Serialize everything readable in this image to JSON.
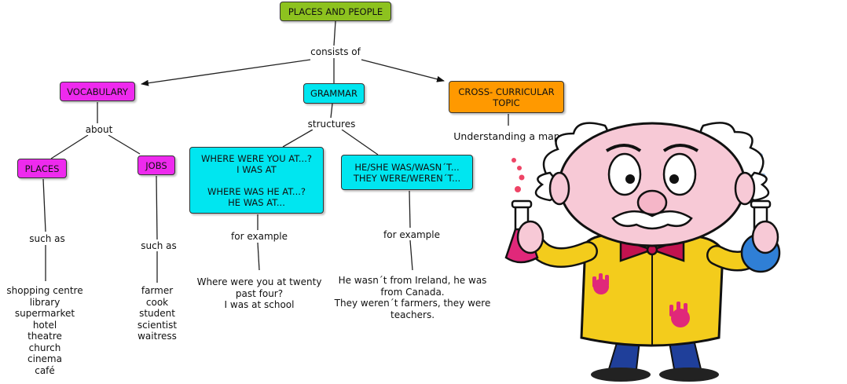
{
  "colors": {
    "root": "#8dc21f",
    "vocabulary": "#ee2aee",
    "grammar": "#00e6f0",
    "cross": "#ff9900",
    "line": "#222222"
  },
  "nodes": {
    "root": "PLACES AND PEOPLE",
    "vocabulary": "VOCABULARY",
    "grammar": "GRAMMAR",
    "cross": "CROSS- CURRICULAR\nTOPIC",
    "places": "PLACES",
    "jobs": "JOBS",
    "where_you": "WHERE WERE YOU AT...?\nI WAS AT\n\nWHERE WAS HE AT...?\nHE WAS AT...",
    "he_she": "HE/SHE WAS/WASN´T...\nTHEY WERE/WEREN´T..."
  },
  "links": {
    "consists_of": "consists of",
    "about": "about",
    "structures": "structures",
    "such_as_places": "such as",
    "such_as_jobs": "such as",
    "for_example_1": "for example",
    "for_example_2": "for example"
  },
  "leaves": {
    "understanding_map": "Understanding a map",
    "places_list": "shopping centre\nlibrary\nsupermarket\nhotel\ntheatre\nchurch\ncinema\ncafé",
    "jobs_list": "farmer\ncook\nstudent\nscientist\nwaitress",
    "example_1": "Where were you at twenty\npast four?\nI was at school",
    "example_2": "He wasn´t from Ireland, he was\nfrom Canada.\nThey weren´t farmers, they were\nteachers."
  },
  "illustration": {
    "subject": "cartoon professor holding flasks"
  }
}
